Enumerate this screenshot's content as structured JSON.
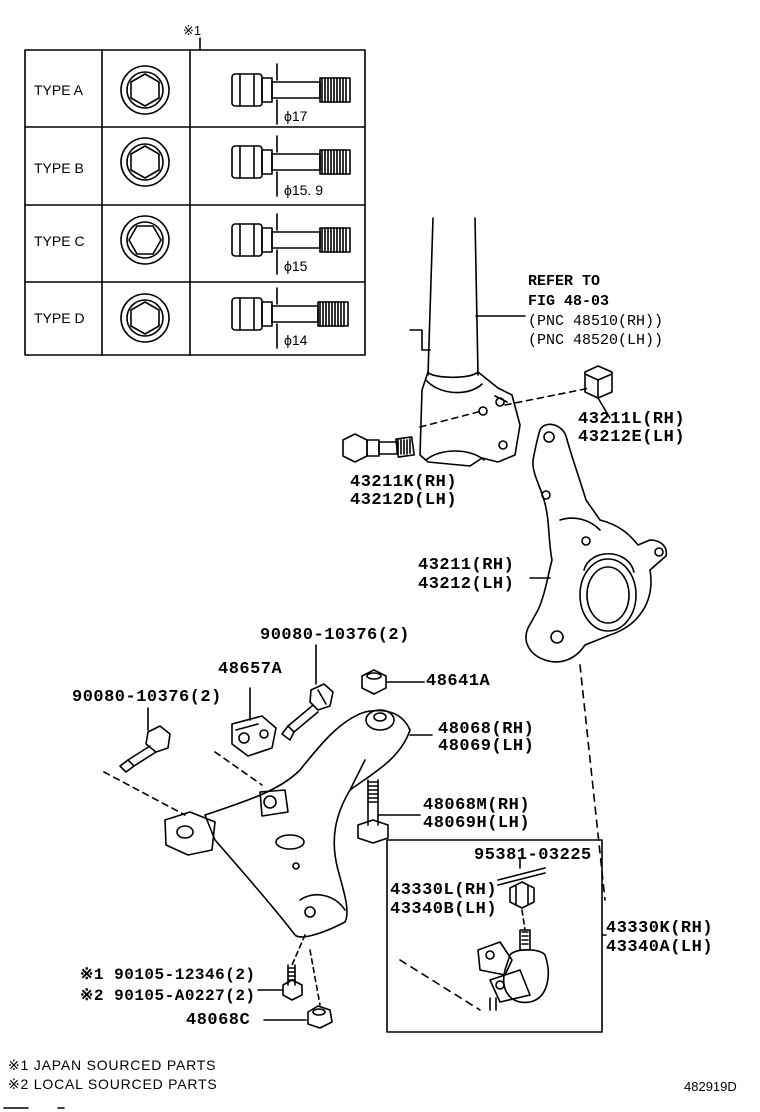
{
  "table": {
    "header_mark": "※1",
    "rows": [
      {
        "type": "TYPE A",
        "dimension": "ϕ17"
      },
      {
        "type": "TYPE B",
        "dimension": "ϕ15. 9"
      },
      {
        "type": "TYPE C",
        "dimension": "ϕ15"
      },
      {
        "type": "TYPE D",
        "dimension": "ϕ14"
      }
    ]
  },
  "refer": {
    "line1": "REFER TO",
    "line2": "FIG 48-03",
    "line3": "(PNC 48510(RH))",
    "line4": "(PNC 48520(LH))"
  },
  "parts": {
    "p43211L": "43211L(RH)",
    "p43212E": "43212E(LH)",
    "p43211K": "43211K(RH)",
    "p43212D": "43212D(LH)",
    "p43211": "43211(RH)",
    "p43212": "43212(LH)",
    "p90080_top": "90080-10376(2)",
    "p48657A": "48657A",
    "p48641A": "48641A",
    "p90080_left": "90080-10376(2)",
    "p48068": "48068(RH)",
    "p48069": "48069(LH)",
    "p48068M": "48068M(RH)",
    "p48069H": "48069H(LH)",
    "p95381": "95381-03225",
    "p43330L": "43330L(RH)",
    "p43340B": "43340B(LH)",
    "p43330K": "43330K(RH)",
    "p43340A": "43340A(LH)",
    "p90105_1": "※1 90105-12346(2)",
    "p90105_2": "※2 90105-A0227(2)",
    "p48068C": "48068C"
  },
  "notes": {
    "note1": "※1 JAPAN SOURCED PARTS",
    "note2": "※2 LOCAL SOURCED PARTS"
  },
  "diagram_id": "482919D"
}
